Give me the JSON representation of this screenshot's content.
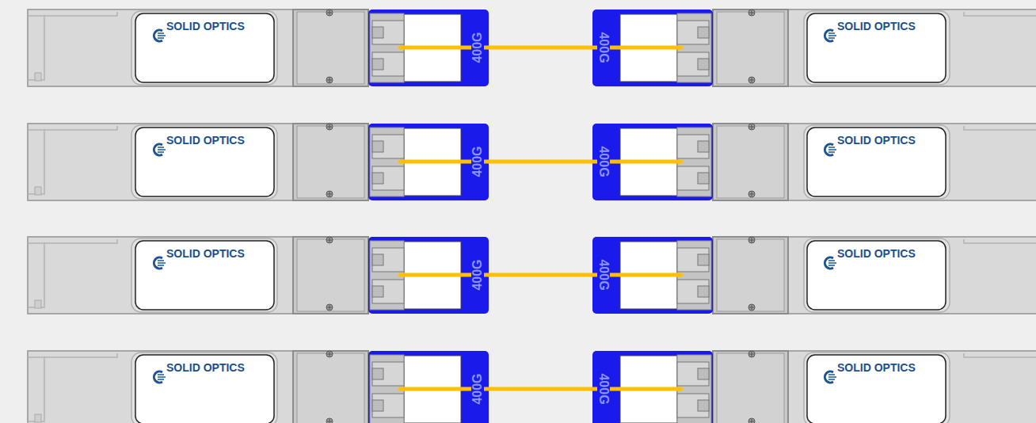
{
  "diagram": {
    "nodes": [
      {
        "text": [
          "SOLID OPTICS",
          "400G"
        ]
      },
      {
        "text": [
          "SOLID OPTICS",
          "400G"
        ]
      },
      {
        "text": [
          "SOLID OPTICS",
          "400G"
        ]
      },
      {
        "text": [
          "SOLID OPTICS",
          "400G"
        ]
      },
      {
        "text": [
          "SOLID OPTICS",
          "400G"
        ]
      },
      {
        "text": [
          "SOLID OPTICS",
          "400G"
        ]
      },
      {
        "text": [
          "SOLID OPTICS",
          "400G"
        ]
      },
      {
        "text": [
          "SOLID OPTICS",
          "400G"
        ]
      }
    ],
    "edges": [
      {
        "from": 0,
        "to": 1,
        "arrow": "none"
      },
      {
        "from": 2,
        "to": 3,
        "arrow": "none"
      },
      {
        "from": 4,
        "to": 5,
        "arrow": "none"
      },
      {
        "from": 6,
        "to": 7,
        "arrow": "none"
      }
    ]
  }
}
